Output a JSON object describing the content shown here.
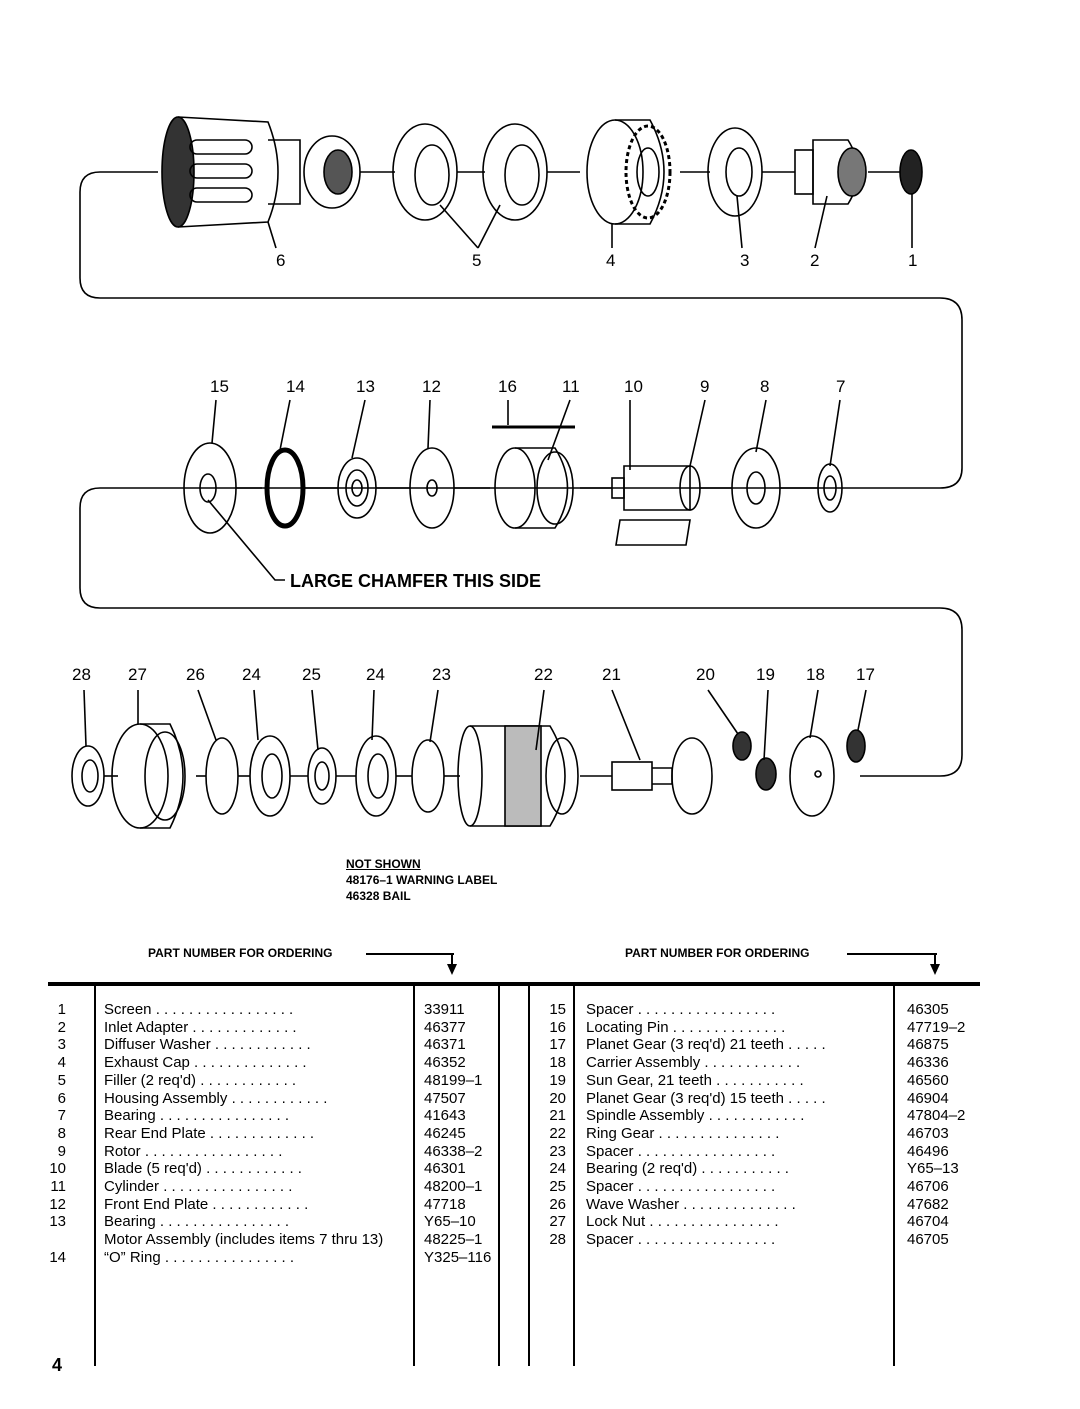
{
  "callouts": {
    "row1": [
      "6",
      "5",
      "4",
      "3",
      "2",
      "1"
    ],
    "row2": [
      "15",
      "14",
      "13",
      "12",
      "16",
      "11",
      "10",
      "9",
      "8",
      "7"
    ],
    "row3": [
      "28",
      "27",
      "26",
      "24",
      "25",
      "24",
      "23",
      "22",
      "21",
      "20",
      "19",
      "18",
      "17"
    ]
  },
  "chamfer_label": "LARGE CHAMFER THIS SIDE",
  "not_shown": {
    "title": "NOT SHOWN",
    "lines": [
      "48176–1 WARNING LABEL",
      "46328 BAIL"
    ]
  },
  "headers": {
    "left": "PART NUMBER FOR ORDERING",
    "right": "PART NUMBER FOR ORDERING"
  },
  "left_parts": [
    {
      "num": "1",
      "desc": "Screen",
      "pn": "33911"
    },
    {
      "num": "2",
      "desc": "Inlet Adapter",
      "pn": "46377"
    },
    {
      "num": "3",
      "desc": "Diffuser Washer",
      "pn": "46371"
    },
    {
      "num": "4",
      "desc": "Exhaust Cap",
      "pn": "46352"
    },
    {
      "num": "5",
      "desc": "Filler (2 req'd)",
      "pn": "48199–1"
    },
    {
      "num": "6",
      "desc": "Housing Assembly",
      "pn": "47507"
    },
    {
      "num": "7",
      "desc": "Bearing",
      "pn": "41643"
    },
    {
      "num": "8",
      "desc": "Rear End Plate",
      "pn": "46245"
    },
    {
      "num": "9",
      "desc": "Rotor",
      "pn": "46338–2"
    },
    {
      "num": "10",
      "desc": "Blade (5 req'd)",
      "pn": "46301"
    },
    {
      "num": "11",
      "desc": "Cylinder",
      "pn": "48200–1"
    },
    {
      "num": "12",
      "desc": "Front End Plate",
      "pn": "47718"
    },
    {
      "num": "13",
      "desc": "Bearing",
      "pn": "Y65–10"
    },
    {
      "num": "",
      "desc": "Motor Assembly (includes items 7 thru 13)",
      "pn": "48225–1"
    },
    {
      "num": "14",
      "desc": "“O” Ring",
      "pn": "Y325–116"
    }
  ],
  "right_parts": [
    {
      "num": "15",
      "desc": "Spacer",
      "pn": "46305"
    },
    {
      "num": "16",
      "desc": "Locating Pin",
      "pn": "47719–2"
    },
    {
      "num": "17",
      "desc": "Planet Gear (3 req'd) 21 teeth",
      "pn": "46875"
    },
    {
      "num": "18",
      "desc": "Carrier Assembly",
      "pn": "46336"
    },
    {
      "num": "19",
      "desc": "Sun Gear, 21 teeth",
      "pn": "46560"
    },
    {
      "num": "20",
      "desc": "Planet Gear (3 req'd) 15 teeth",
      "pn": "46904"
    },
    {
      "num": "21",
      "desc": "Spindle Assembly",
      "pn": "47804–2"
    },
    {
      "num": "22",
      "desc": "Ring Gear",
      "pn": "46703"
    },
    {
      "num": "23",
      "desc": "Spacer",
      "pn": "46496"
    },
    {
      "num": "24",
      "desc": "Bearing (2 req'd)",
      "pn": "Y65–13"
    },
    {
      "num": "25",
      "desc": "Spacer",
      "pn": "46706"
    },
    {
      "num": "26",
      "desc": "Wave Washer",
      "pn": "47682"
    },
    {
      "num": "27",
      "desc": "Lock Nut",
      "pn": "46704"
    },
    {
      "num": "28",
      "desc": "Spacer",
      "pn": "46705"
    }
  ],
  "page_number": "4"
}
